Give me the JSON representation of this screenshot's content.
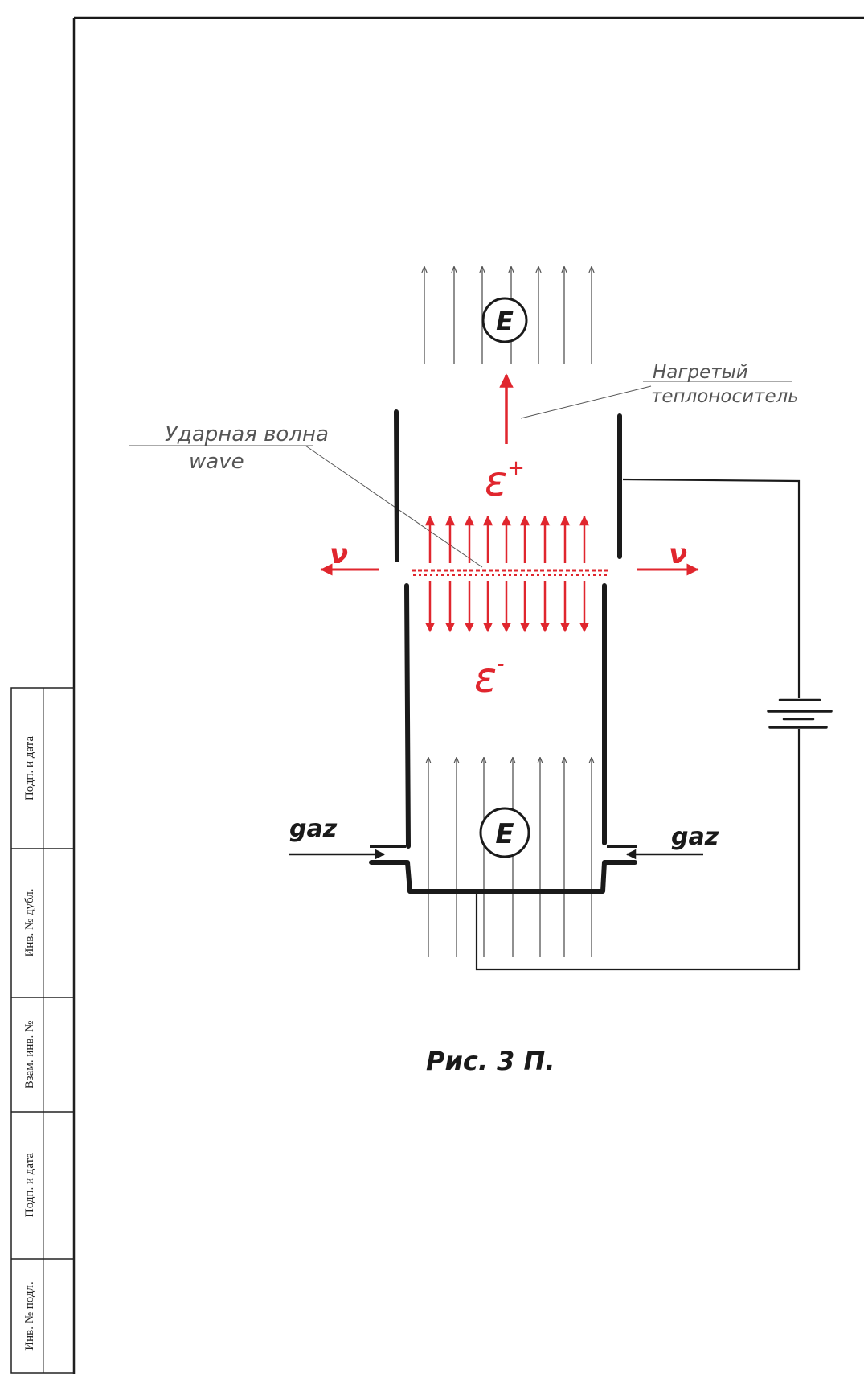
{
  "labels": {
    "e_top": "E",
    "e_bottom": "E",
    "heated_coolant": "Нагретый теплоноситель",
    "shock_wave": "Ударная волна wave",
    "eps_plus": "ε",
    "eps_plus_sup": "+",
    "eps_minus": "ε",
    "eps_minus_sup": "-",
    "nu_left": "ν",
    "nu_right": "ν",
    "gas_left": "gaz",
    "gas_right": "gaz",
    "caption": "Рис. 3 П."
  },
  "stamp_block": [
    "Подп. и дата",
    "Инв. № дубл.",
    "Взам. инв. №",
    "Подп. и дата",
    "Инв. № подл."
  ],
  "colors": {
    "ink": "#1a1a1a",
    "pencil": "#555555",
    "red": "#e0262e"
  }
}
